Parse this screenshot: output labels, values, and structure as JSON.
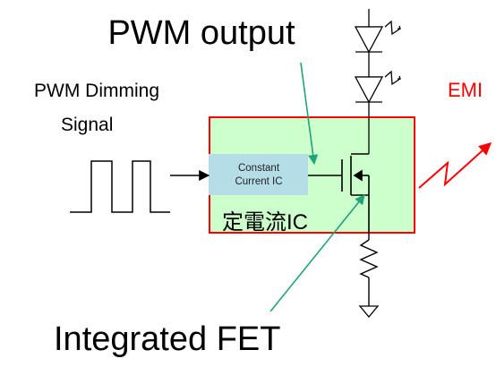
{
  "callouts": {
    "pwm_output": "PWM output",
    "integrated_fet": "Integrated FET"
  },
  "input": {
    "signal_line1": "PWM Dimming",
    "signal_line2": "Signal"
  },
  "ic": {
    "block_line1": "Constant",
    "block_line2": "Current IC",
    "jp_label": "定電流IC"
  },
  "emi": {
    "label": "EMI"
  },
  "colors": {
    "ic_fill": "#ccffcc",
    "ic_border": "#ff0000",
    "cc_block_fill": "#b4dde8",
    "arrow_green": "#1fa37a",
    "emi_red": "#ff0000",
    "wire": "#000000"
  },
  "icons": [
    "led-icon",
    "fet-icon",
    "resistor-icon",
    "ground-icon",
    "pwm-waveform-icon",
    "emi-zigzag-icon"
  ]
}
